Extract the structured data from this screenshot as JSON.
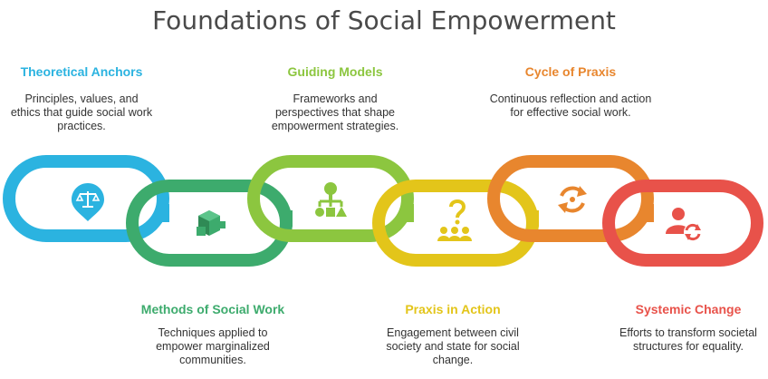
{
  "title": "Foundations of Social Empowerment",
  "nodes": [
    {
      "heading": "Theoretical Anchors",
      "description": "Principles, values, and ethics that guide social work practices.",
      "color": "#2bb3e0",
      "icon": "scales-icon"
    },
    {
      "heading": "Methods of Social Work",
      "description": "Techniques applied to empower marginalized communities.",
      "color": "#3dab6d",
      "icon": "boxes-icon"
    },
    {
      "heading": "Guiding Models",
      "description": "Frameworks and perspectives that shape empowerment strategies.",
      "color": "#8cc63f",
      "icon": "hierarchy-icon"
    },
    {
      "heading": "Praxis in Action",
      "description": "Engagement between civil society and state for social change.",
      "color": "#e3c51a",
      "icon": "group-question-icon"
    },
    {
      "heading": "Cycle of Praxis",
      "description": "Continuous reflection and action for effective social work.",
      "color": "#e8862e",
      "icon": "cycle-icon"
    },
    {
      "heading": "Systemic Change",
      "description": "Efforts to transform societal structures for equality.",
      "color": "#e8524a",
      "icon": "person-sync-icon"
    }
  ]
}
